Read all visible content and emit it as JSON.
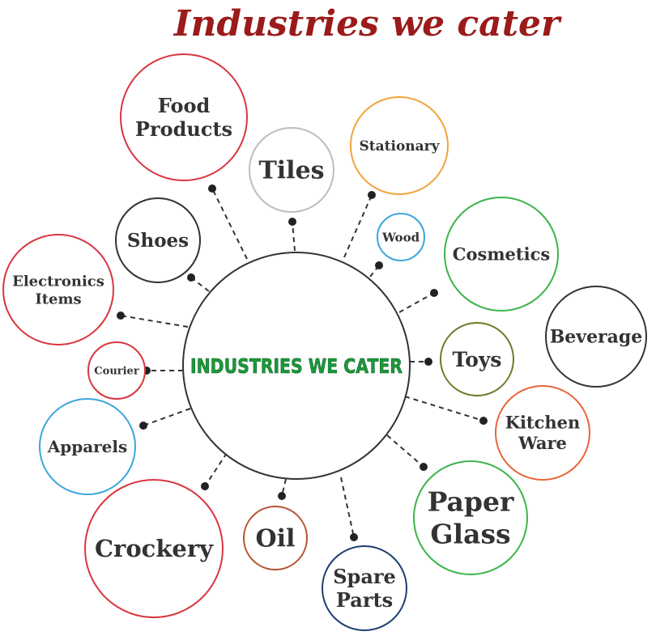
{
  "title": "Industries we cater",
  "hub": {
    "label": "INDUSTRIES WE CATER",
    "text_color": "#1a9a3a"
  },
  "nodes": [
    {
      "id": "food-products",
      "lines": [
        "Food",
        "Products"
      ],
      "color": "#d9363e"
    },
    {
      "id": "tiles",
      "lines": [
        "Tiles"
      ],
      "color": "#bdbdbd"
    },
    {
      "id": "stationary",
      "lines": [
        "Stationary"
      ],
      "color": "#f2a33a"
    },
    {
      "id": "wood",
      "lines": [
        "Wood"
      ],
      "color": "#3aa6dd"
    },
    {
      "id": "cosmetics",
      "lines": [
        "Cosmetics"
      ],
      "color": "#3cb54a"
    },
    {
      "id": "beverage",
      "lines": [
        "Beverage"
      ],
      "color": "#333333"
    },
    {
      "id": "toys",
      "lines": [
        "Toys"
      ],
      "color": "#6b7a2a"
    },
    {
      "id": "kitchen-ware",
      "lines": [
        "Kitchen",
        "Ware"
      ],
      "color": "#e8663a"
    },
    {
      "id": "paper-glass",
      "lines": [
        "Paper",
        "Glass"
      ],
      "color": "#3cb54a"
    },
    {
      "id": "spare-parts",
      "lines": [
        "Spare",
        "Parts"
      ],
      "color": "#1f3f6e"
    },
    {
      "id": "oil",
      "lines": [
        "Oil"
      ],
      "color": "#b5542e"
    },
    {
      "id": "crockery",
      "lines": [
        "Crockery"
      ],
      "color": "#d9363e"
    },
    {
      "id": "apparels",
      "lines": [
        "Apparels"
      ],
      "color": "#3aa6dd"
    },
    {
      "id": "courier",
      "lines": [
        "Courier"
      ],
      "color": "#d9363e"
    },
    {
      "id": "electronics-items",
      "lines": [
        "Electronics",
        "Items"
      ],
      "color": "#d9363e"
    },
    {
      "id": "shoes",
      "lines": [
        "Shoes"
      ],
      "color": "#333333"
    }
  ]
}
